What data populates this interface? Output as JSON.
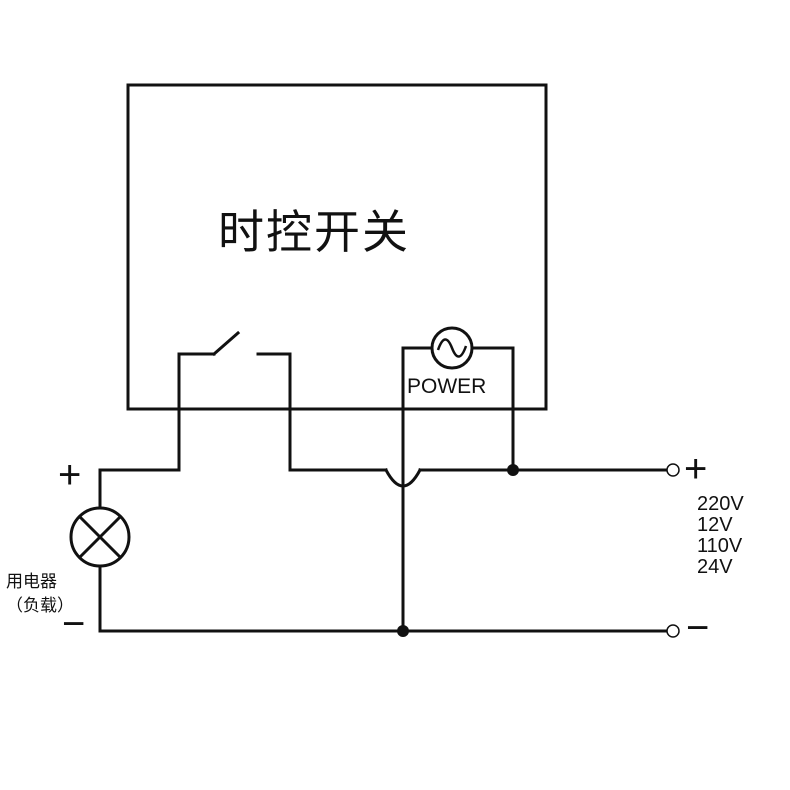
{
  "title": "时控开关",
  "power_label": "POWER",
  "terminal_signs": {
    "load_plus": "+",
    "load_minus": "−",
    "source_plus": "+",
    "source_minus": "−"
  },
  "voltages": [
    "220V",
    "12V",
    "110V",
    "24V"
  ],
  "load": {
    "name": "用电器",
    "note": "（负载）"
  },
  "icons": {
    "lamp": "lamp-load-icon",
    "ac_source": "ac-sine-icon",
    "switch": "switch-contact-icon"
  },
  "colors": {
    "line": "#111111",
    "background": "#ffffff"
  }
}
